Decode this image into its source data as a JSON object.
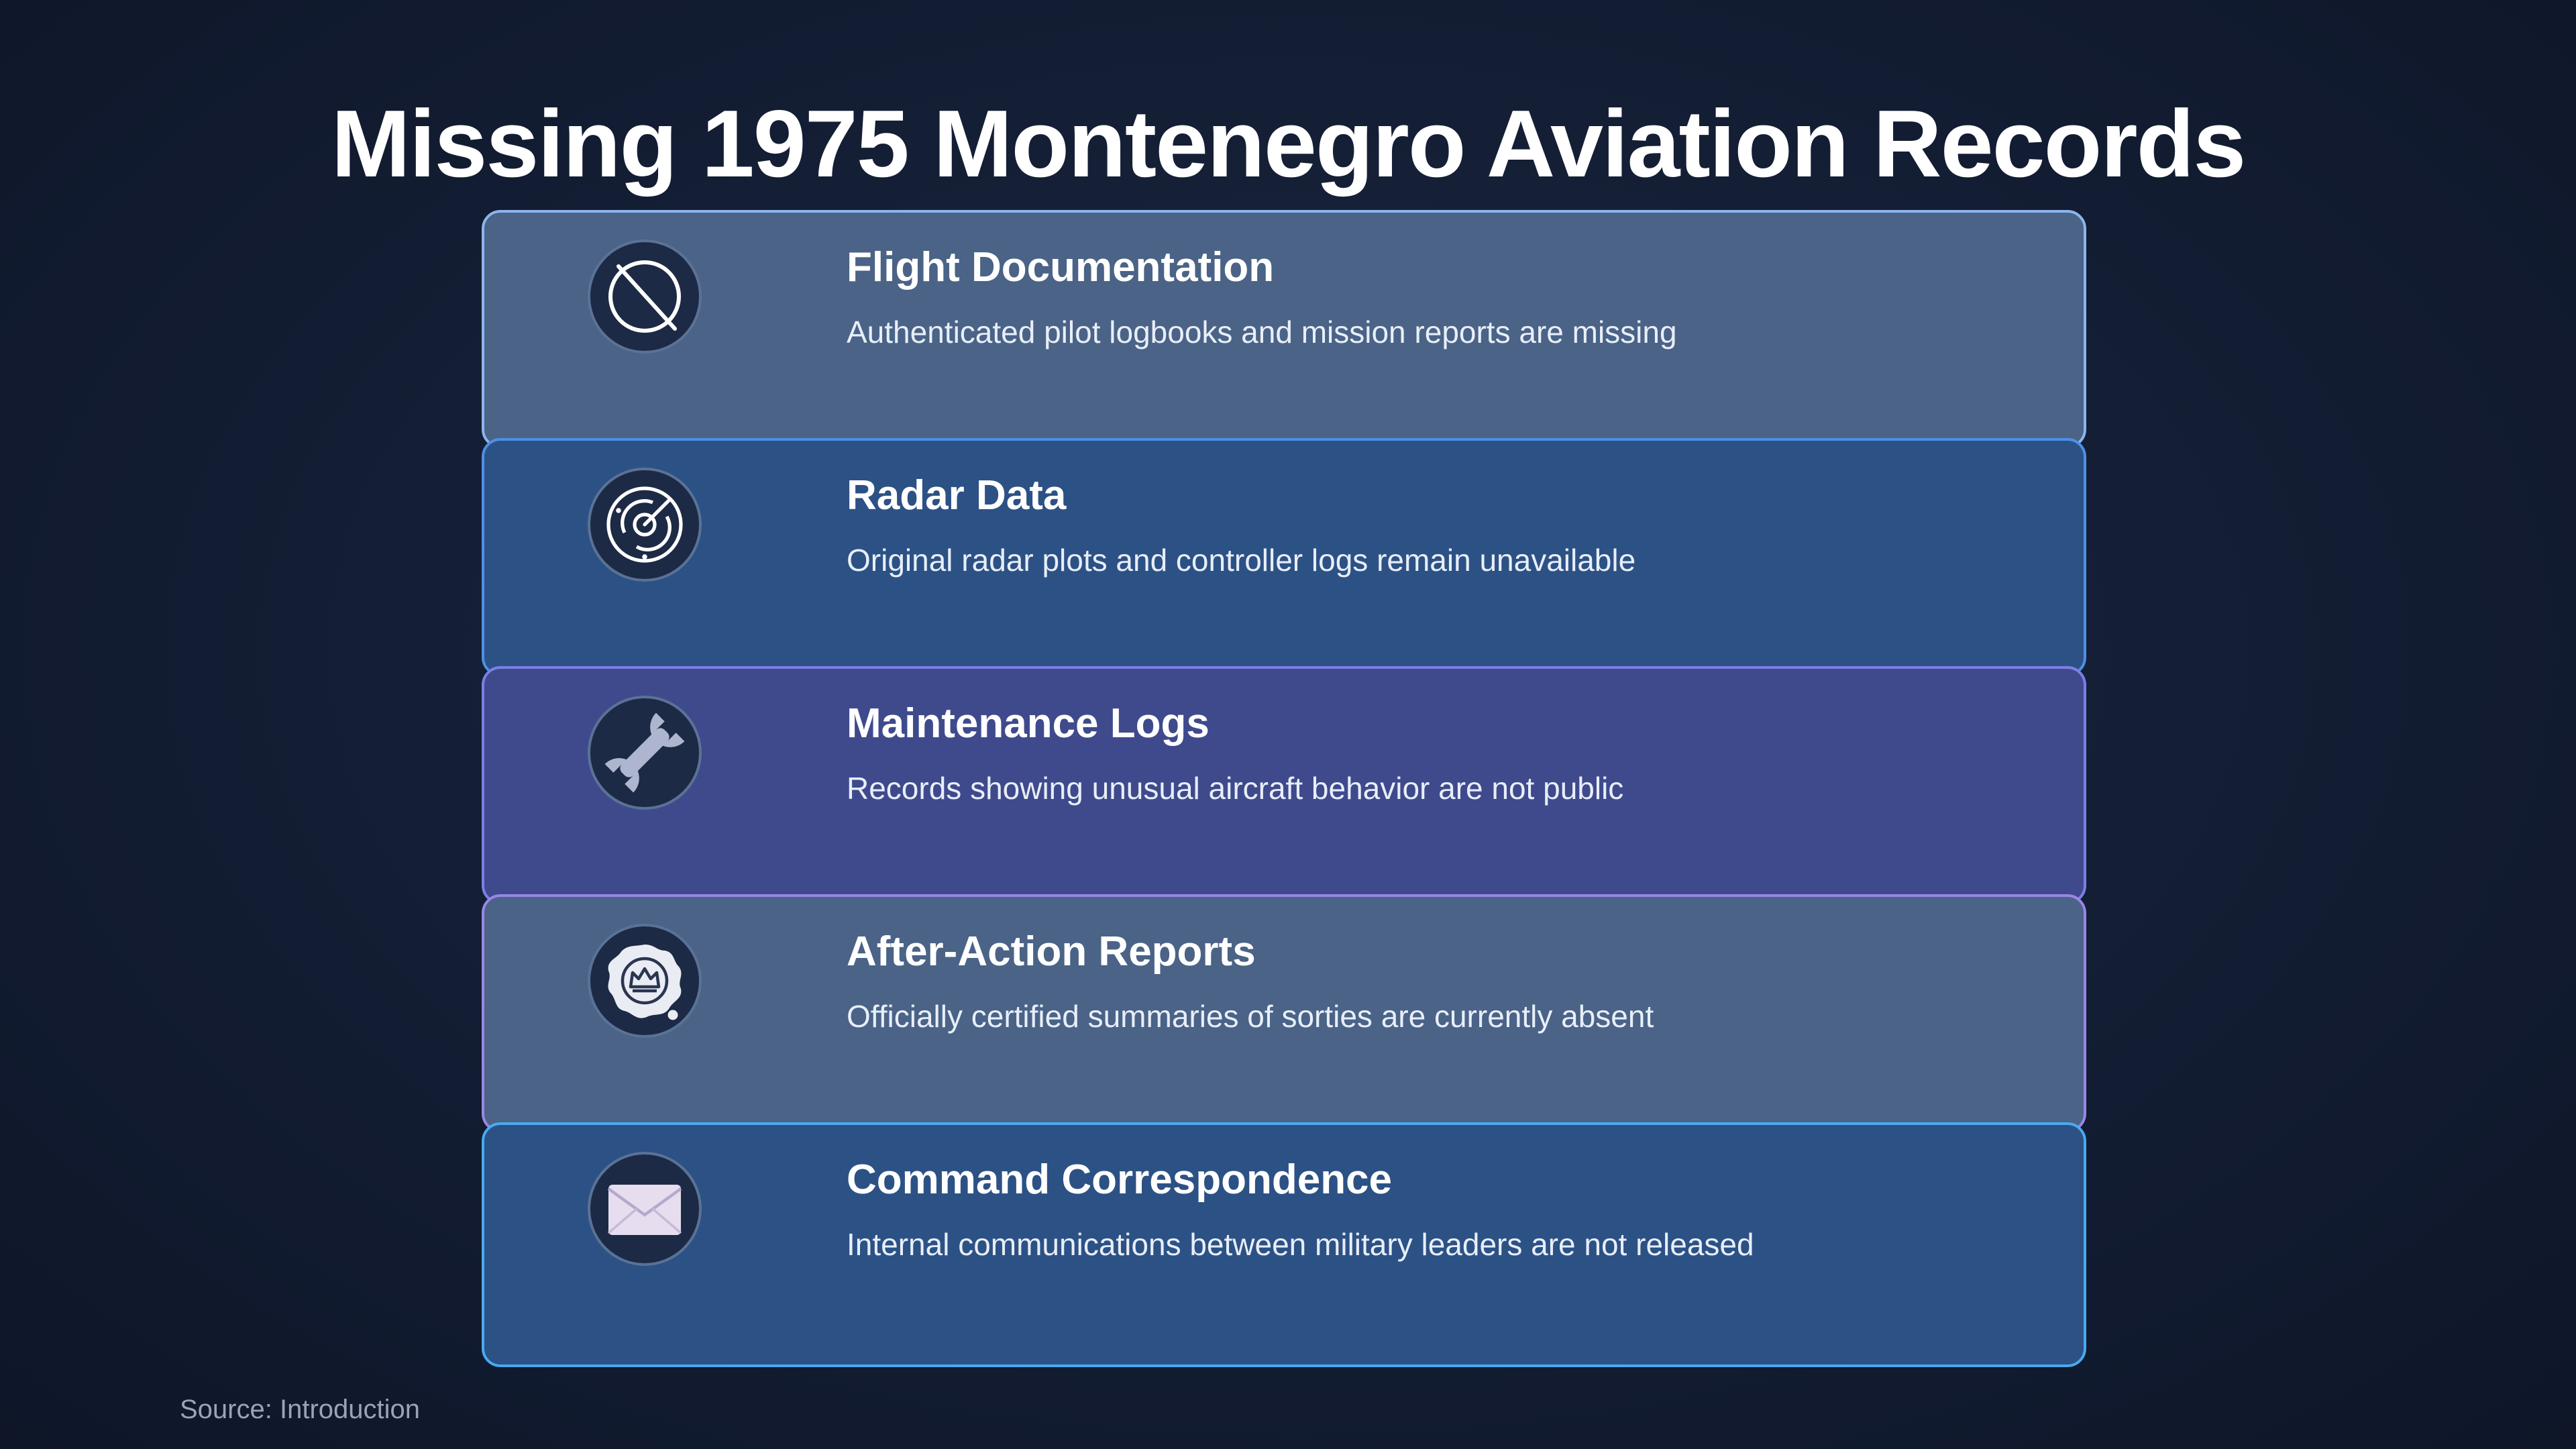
{
  "title": "Missing 1975 Montenegro Aviation Records",
  "rows": [
    {
      "title": "Flight Documentation",
      "description": "Authenticated pilot logbooks and mission reports are missing",
      "icon": "prohibited-icon"
    },
    {
      "title": "Radar Data",
      "description": "Original radar plots and controller logs remain unavailable",
      "icon": "radar-icon"
    },
    {
      "title": "Maintenance Logs",
      "description": "Records showing unusual aircraft behavior are not public",
      "icon": "wrench-icon"
    },
    {
      "title": "After-Action Reports",
      "description": "Officially certified summaries of sorties are currently absent",
      "icon": "seal-icon"
    },
    {
      "title": "Command Correspondence",
      "description": "Internal communications between military leaders are not released",
      "icon": "envelope-icon"
    }
  ],
  "source": "Source: Introduction"
}
